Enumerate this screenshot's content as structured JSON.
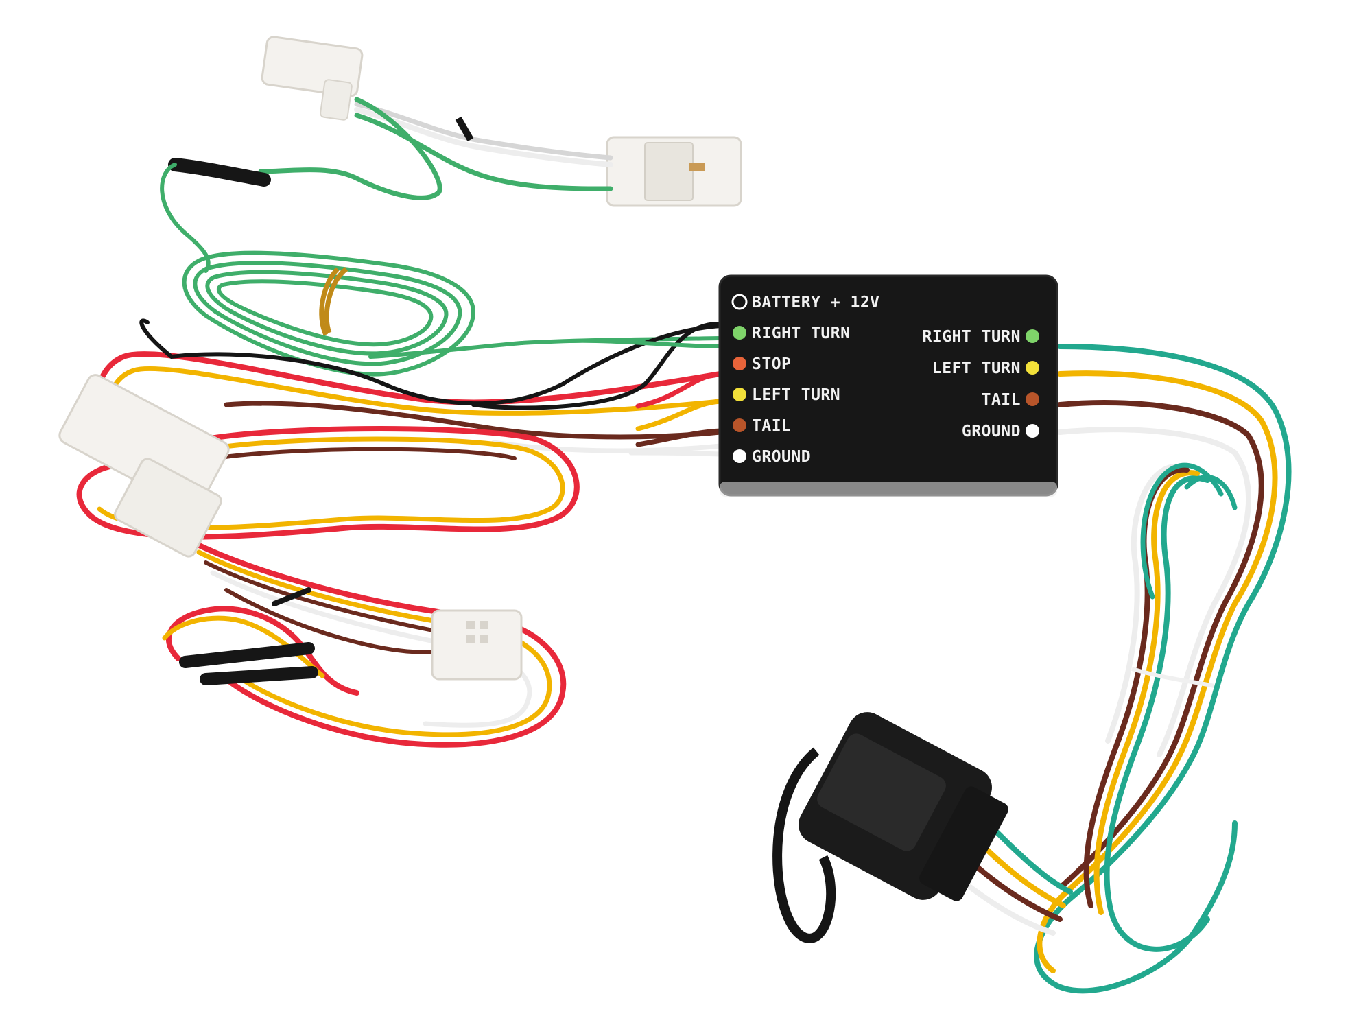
{
  "converter_box": {
    "input_terminals": [
      {
        "label": "BATTERY + 12V",
        "color": "#ffffff",
        "hollow": true
      },
      {
        "label": "RIGHT TURN",
        "color": "#7fd46a"
      },
      {
        "label": "STOP",
        "color": "#e8643a"
      },
      {
        "label": "LEFT TURN",
        "color": "#f2e03a"
      },
      {
        "label": "TAIL",
        "color": "#b8552a"
      },
      {
        "label": "GROUND",
        "color": "#ffffff"
      }
    ],
    "output_terminals": [
      {
        "label": "RIGHT TURN",
        "color": "#7fd46a"
      },
      {
        "label": "LEFT TURN",
        "color": "#f2e03a"
      },
      {
        "label": "TAIL",
        "color": "#b8552a"
      },
      {
        "label": "GROUND",
        "color": "#ffffff"
      }
    ]
  },
  "wire_colors": {
    "green": "#3fae6a",
    "black": "#151515",
    "red": "#e8283a",
    "yellow": "#f2b400",
    "brown": "#6a2a1e",
    "white": "#ededed",
    "teal": "#22a88e"
  }
}
